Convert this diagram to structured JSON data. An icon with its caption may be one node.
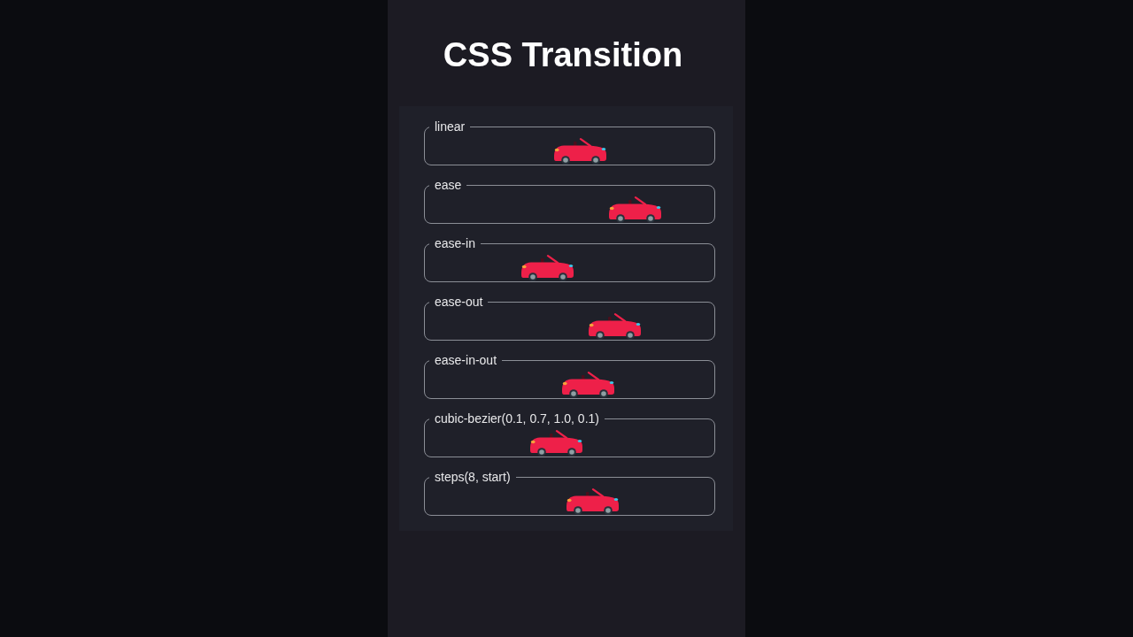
{
  "diagram": {
    "title": "CSS Transition",
    "nodes": [
      {
        "text": [
          "linear"
        ]
      },
      {
        "text": [
          "ease"
        ]
      },
      {
        "text": [
          "ease-in"
        ]
      },
      {
        "text": [
          "ease-out"
        ]
      },
      {
        "text": [
          "ease-in-out"
        ]
      },
      {
        "text": [
          "cubic-bezier(0.1, 0.7, 1.0, 0.1)"
        ]
      },
      {
        "text": [
          "steps(8, start)"
        ]
      }
    ]
  }
}
